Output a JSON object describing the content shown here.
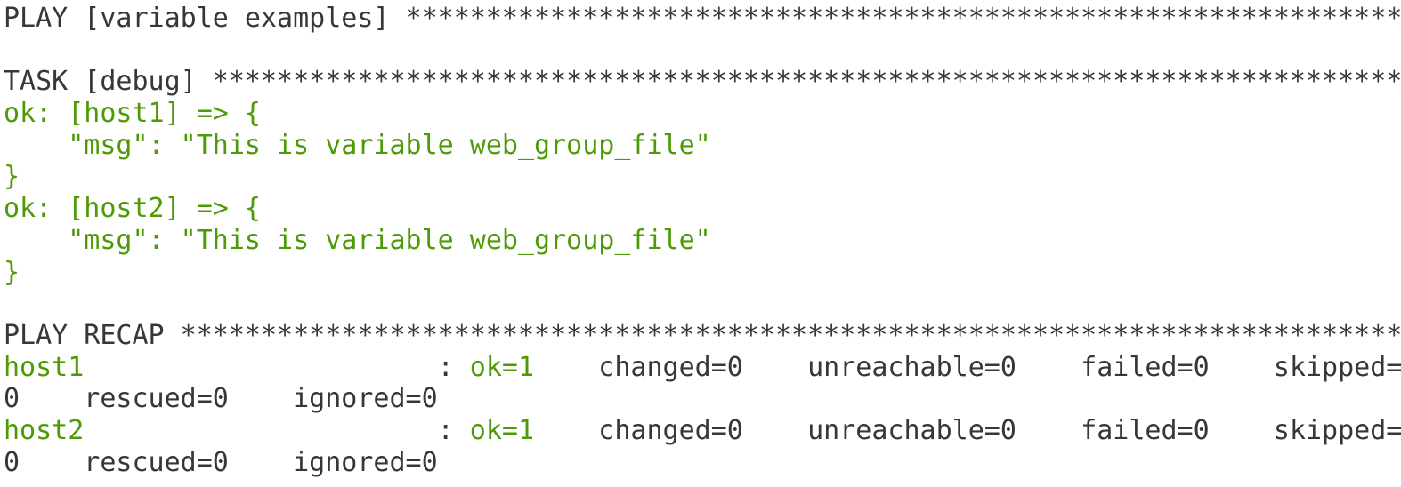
{
  "colors": {
    "background": "#ffffff",
    "fg": "#34383c",
    "green": "#4e9a06"
  },
  "terminal": {
    "description": "ansible-playbook output",
    "lines": [
      {
        "segments": [
          {
            "color": "fg",
            "text": "PLAY [variable examples] **************************************************************"
          }
        ]
      },
      {
        "segments": []
      },
      {
        "segments": [
          {
            "color": "fg",
            "text": "TASK [debug] **************************************************************************"
          }
        ]
      },
      {
        "segments": [
          {
            "color": "green",
            "text": "ok: [host1] => {"
          }
        ]
      },
      {
        "segments": [
          {
            "color": "green",
            "text": "    \"msg\": \"This is variable web_group_file\""
          }
        ]
      },
      {
        "segments": [
          {
            "color": "green",
            "text": "}"
          }
        ]
      },
      {
        "segments": [
          {
            "color": "green",
            "text": "ok: [host2] => {"
          }
        ]
      },
      {
        "segments": [
          {
            "color": "green",
            "text": "    \"msg\": \"This is variable web_group_file\""
          }
        ]
      },
      {
        "segments": [
          {
            "color": "green",
            "text": "}"
          }
        ]
      },
      {
        "segments": []
      },
      {
        "segments": [
          {
            "color": "fg",
            "text": "PLAY RECAP ****************************************************************************"
          }
        ]
      },
      {
        "segments": [
          {
            "color": "green",
            "text": "host1"
          },
          {
            "color": "fg",
            "text": "                      : "
          },
          {
            "color": "green",
            "text": "ok=1"
          },
          {
            "color": "fg",
            "text": "    changed=0    unreachable=0    failed=0    skipped="
          }
        ]
      },
      {
        "segments": [
          {
            "color": "fg",
            "text": "0    rescued=0    ignored=0"
          }
        ]
      },
      {
        "segments": [
          {
            "color": "green",
            "text": "host2"
          },
          {
            "color": "fg",
            "text": "                      : "
          },
          {
            "color": "green",
            "text": "ok=1"
          },
          {
            "color": "fg",
            "text": "    changed=0    unreachable=0    failed=0    skipped="
          }
        ]
      },
      {
        "segments": [
          {
            "color": "fg",
            "text": "0    rescued=0    ignored=0"
          }
        ]
      }
    ]
  }
}
